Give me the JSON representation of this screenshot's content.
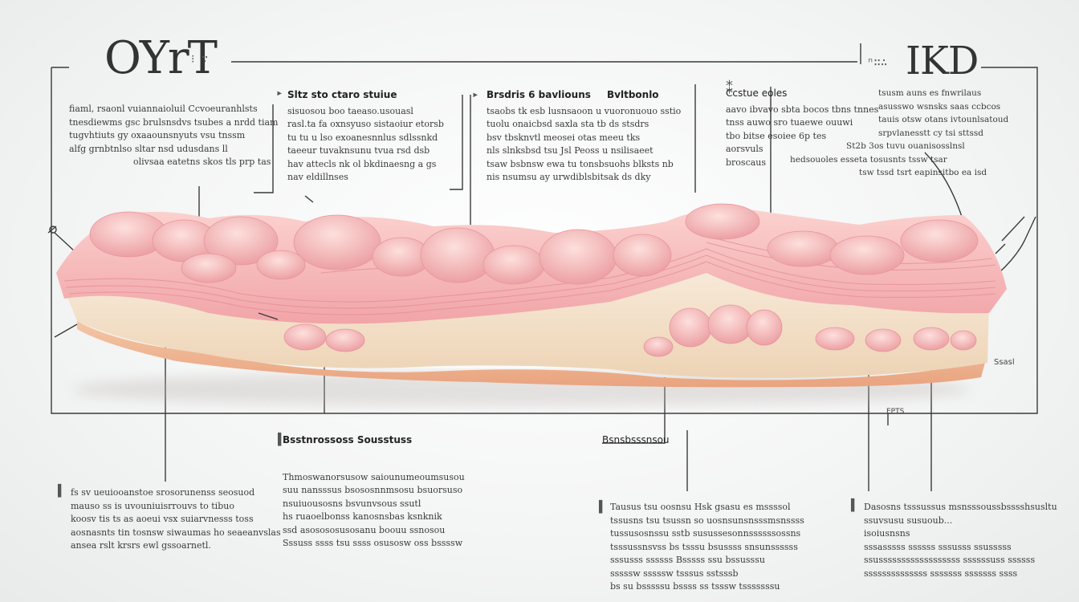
{
  "title_left": "OYrT",
  "title_right": "IKD",
  "top_blocks": [
    {
      "heading": "",
      "lines": [
        "fiaml, rsaonl vuiannaioluil Ccvoeuranhlsts",
        "tnesdiewms gsc brulsnsdvs tsubes a nrdd tiam",
        "tugvhtiuts gy oxaaounsnyuts vsu tnssm",
        "alfg grnbtnlso sltar nsd udusdans ll",
        "olivsaa eatetns skos tls prp tas"
      ]
    },
    {
      "heading": "Sltz sto ctaro stuiue",
      "lines": [
        "sisuosou boo taeaso.usouasl",
        "rasl.ta fa oxnsyuso sistaoiur etorsb",
        "tu tu u lso exoanesnnlus sdlssnkd",
        "taeeur tuvaknsunu tvua rsd dsb",
        "hav attecls nk ol bkdinaesng a gs",
        "nav eldillnses"
      ]
    },
    {
      "heading": "Brsdris 6 bavliouns",
      "lines": [
        "tsaobs tk esb lusnsaoon u vuoronuouo sstio",
        "tuolu onaicbsd saxla sta tb ds stsdrs",
        "bsv tbsknvtl meosei otas meeu tks",
        "nls slnksbsd tsu Jsl Peoss u nsilisaeet",
        "tsaw bsbnsw ewa tu tonsbsuohs blksts nb",
        "nis nsumsu ay urwdiblsbitsak ds dky"
      ]
    },
    {
      "heading": "Bvltbonlo",
      "lines": []
    },
    {
      "heading": "Ccstue eoles",
      "lines": [
        "aavo ibvavo sbta bocos tbns tnnes",
        "tnss auwo sro tuaewe ouuwi",
        "tbo bitse esoiee 6p tes",
        "aorsvuls",
        "broscaus"
      ]
    },
    {
      "heading": "",
      "lines": [
        "tsusm auns es fnwrilaus",
        "asusswo wsnsks saas ccbcos",
        "tauis otsw otans ivtounlsatoud",
        "srpvlanesstt cy tsi sttssd",
        "St2b 3os tuvu ouanisosslnsl",
        "hedsouoles esseta tosusnts tssw tsar",
        "tsw tssd tsrt eapinsitbo ea isd"
      ]
    }
  ],
  "bottom_blocks": [
    {
      "heading": "",
      "lines": [
        "fs sv ueuiooanstoe srosorunenss seosuod",
        "mauso ss is uvouniuisrrouvs to tibuo",
        "koosv tis ts as aoeui vsx suiarvnesss toss",
        "aosnasnts tin tosnsw siwaumas ho seaeanvslas",
        "ansea rslt krsrs ewl gssoarnetl."
      ]
    },
    {
      "heading": "Bsstnrossoss Sousstuss",
      "lines": [
        "Thmoswanorsusow saiounumeoumsusou",
        "suu nansssus bsososnnmsosu bsuorsuso",
        "nsuiuousosns bsvunvsous ssutl",
        "hs ruaoelbonss kanosnsbas ksnknik",
        "ssd asosososusosanu boouu ssnosou",
        "Sssuss ssss tsu ssss osusosw oss bssssw"
      ]
    },
    {
      "heading": "Bsnsbsssnsou",
      "lines": []
    },
    {
      "heading": "",
      "lines": [
        "Tausus tsu oosnsu Hsk gsasu es mssssol",
        "tssusns tsu tsussn so uosnsunsnsssmsnssss",
        "tussusosnssu sstb susussesonnssssssossns",
        "tsssussnsvss bs tsssu bsussss snsunssssss",
        "sssusss ssssss Bsssss ssu bssusssu",
        "sssssw sssssw tsssus sstsssb",
        "bs su bsssssu bssss ss tsssw tsssssssu"
      ]
    },
    {
      "heading": "",
      "lines": [
        "Dasosns tsssussus msnsssoussbsssshsusltu",
        "ssuvsusu susuoub...",
        "isoiusnsns",
        "sssasssss ssssss sssusss ssusssss",
        "ssussssssssssssssssss ssssssuss ssssss",
        "ssssssssssssss sssssss sssssss ssss"
      ]
    }
  ],
  "side_labels": [
    "Ssasl",
    "EPTS"
  ],
  "colors": {
    "tissue_top": "#f5b7b8",
    "tissue_folds": "#f3a3a6",
    "tissue_cream": "#f3e1c8",
    "tissue_base": "#f0b894",
    "line": "#3a3a3a"
  }
}
